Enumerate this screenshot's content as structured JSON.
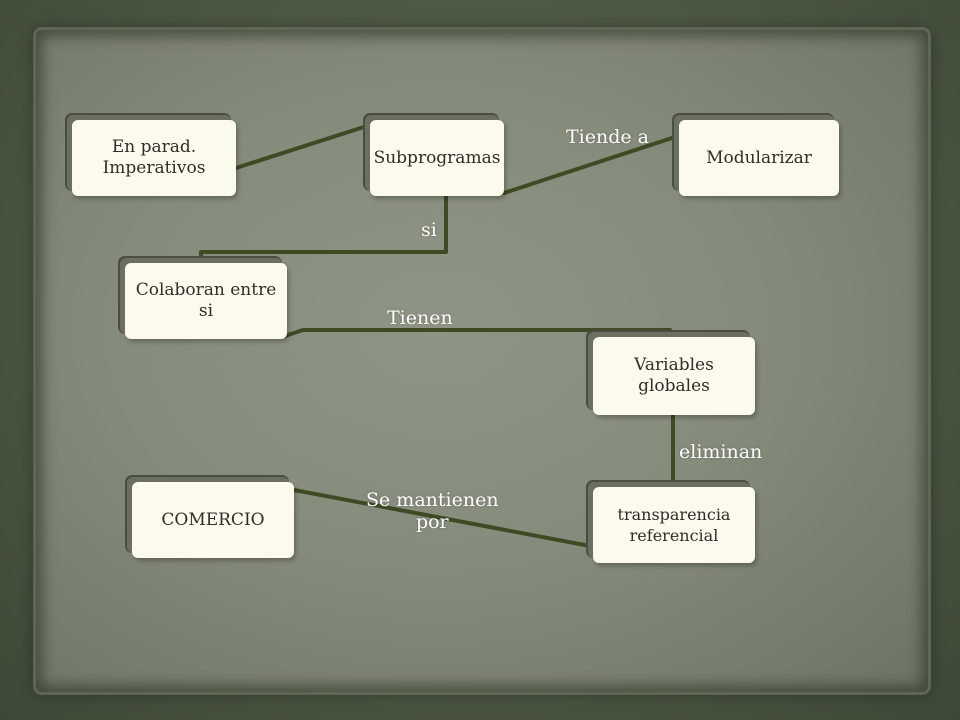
{
  "nodes": {
    "en_parad": "En parad. Imperativos",
    "subprogramas": "Subprogramas",
    "modularizar": "Modularizar",
    "colaboran": "Colaboran entre si",
    "variables": "Variables globales",
    "transparencia": "transparencia referencial",
    "comercio": "COMERCIO"
  },
  "edges": {
    "tiende_a": "Tiende a",
    "si": "si",
    "tienen": "Tienen",
    "eliminan": "eliminan",
    "se_mantienen_1": "Se mantienen",
    "se_mantienen_2": "por"
  },
  "colors": {
    "connector": "#3f4a25",
    "node_fill": "#fcfaec",
    "paper": "#868c7b"
  }
}
